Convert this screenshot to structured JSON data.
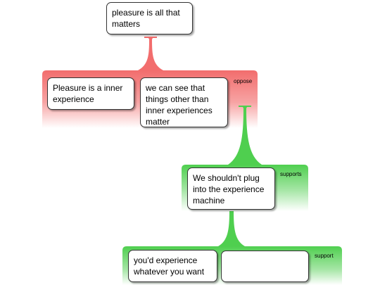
{
  "colors": {
    "oppose": "#f26d6d",
    "support": "#4fcf4f",
    "node_border": "#333333",
    "node_fill": "#ffffff"
  },
  "nodes": {
    "root": {
      "text": "pleasure is all that\nmatters"
    },
    "oppose_reason_1": {
      "text": "Pleasure is a inner\nexperience"
    },
    "oppose_reason_2": {
      "text": "we can see that\nthings other than\ninner experiences\nmatter"
    },
    "support_reason_1": {
      "text": "We shouldn't plug\ninto the experience\nmachine"
    },
    "support_reason_2a": {
      "text": "you'd experience\nwhatever you want"
    },
    "support_reason_2b": {
      "text": ""
    }
  },
  "groups": {
    "oppose": {
      "label": "oppose"
    },
    "supports": {
      "label": "supports"
    },
    "support": {
      "label": "support"
    }
  }
}
